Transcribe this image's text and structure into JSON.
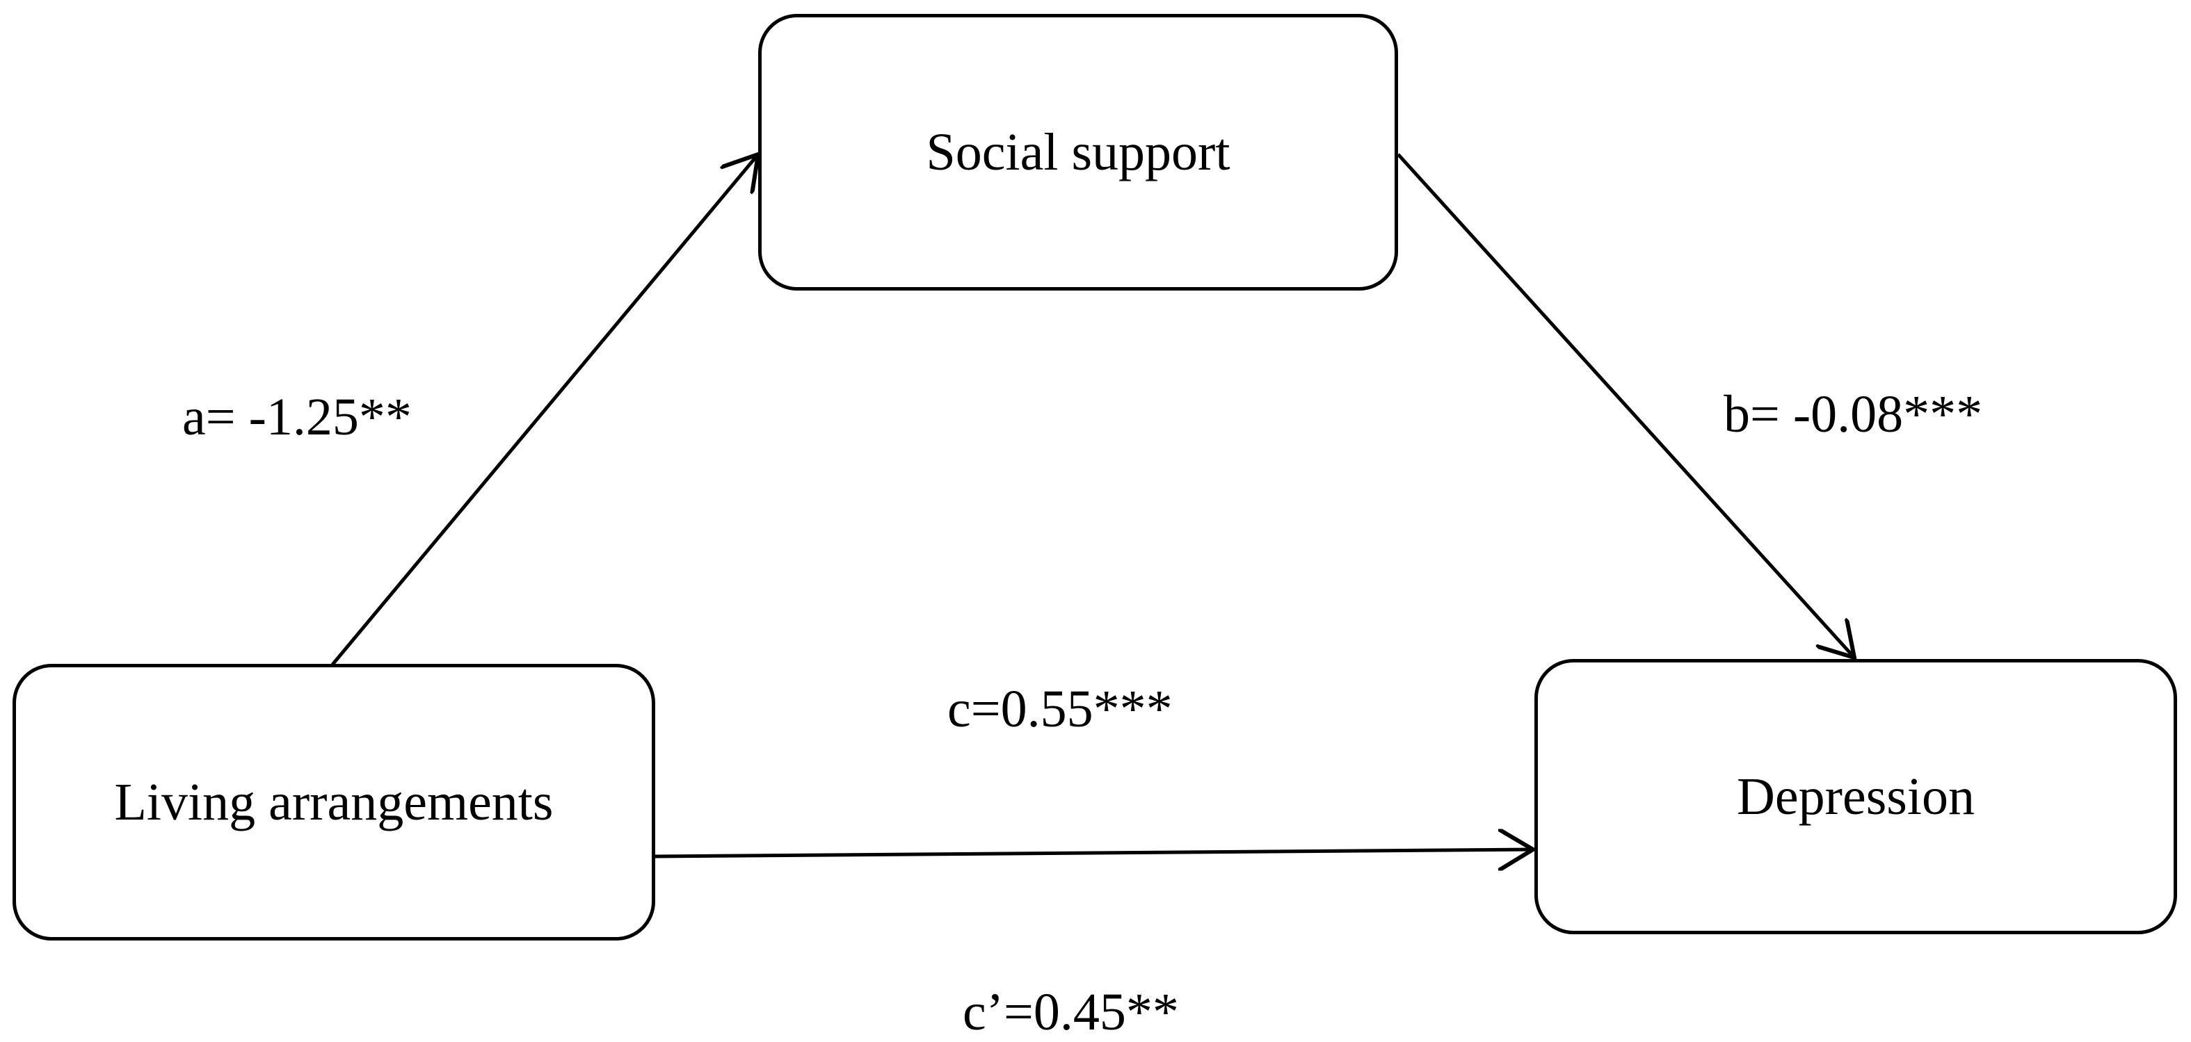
{
  "nodes": {
    "social_support": "Social support",
    "living_arrangements": "Living arrangements",
    "depression": "Depression"
  },
  "paths": {
    "a": "a= -1.25**",
    "b": "b= -0.08***",
    "c": "c=0.55***",
    "c_prime": "c’=0.45**"
  }
}
